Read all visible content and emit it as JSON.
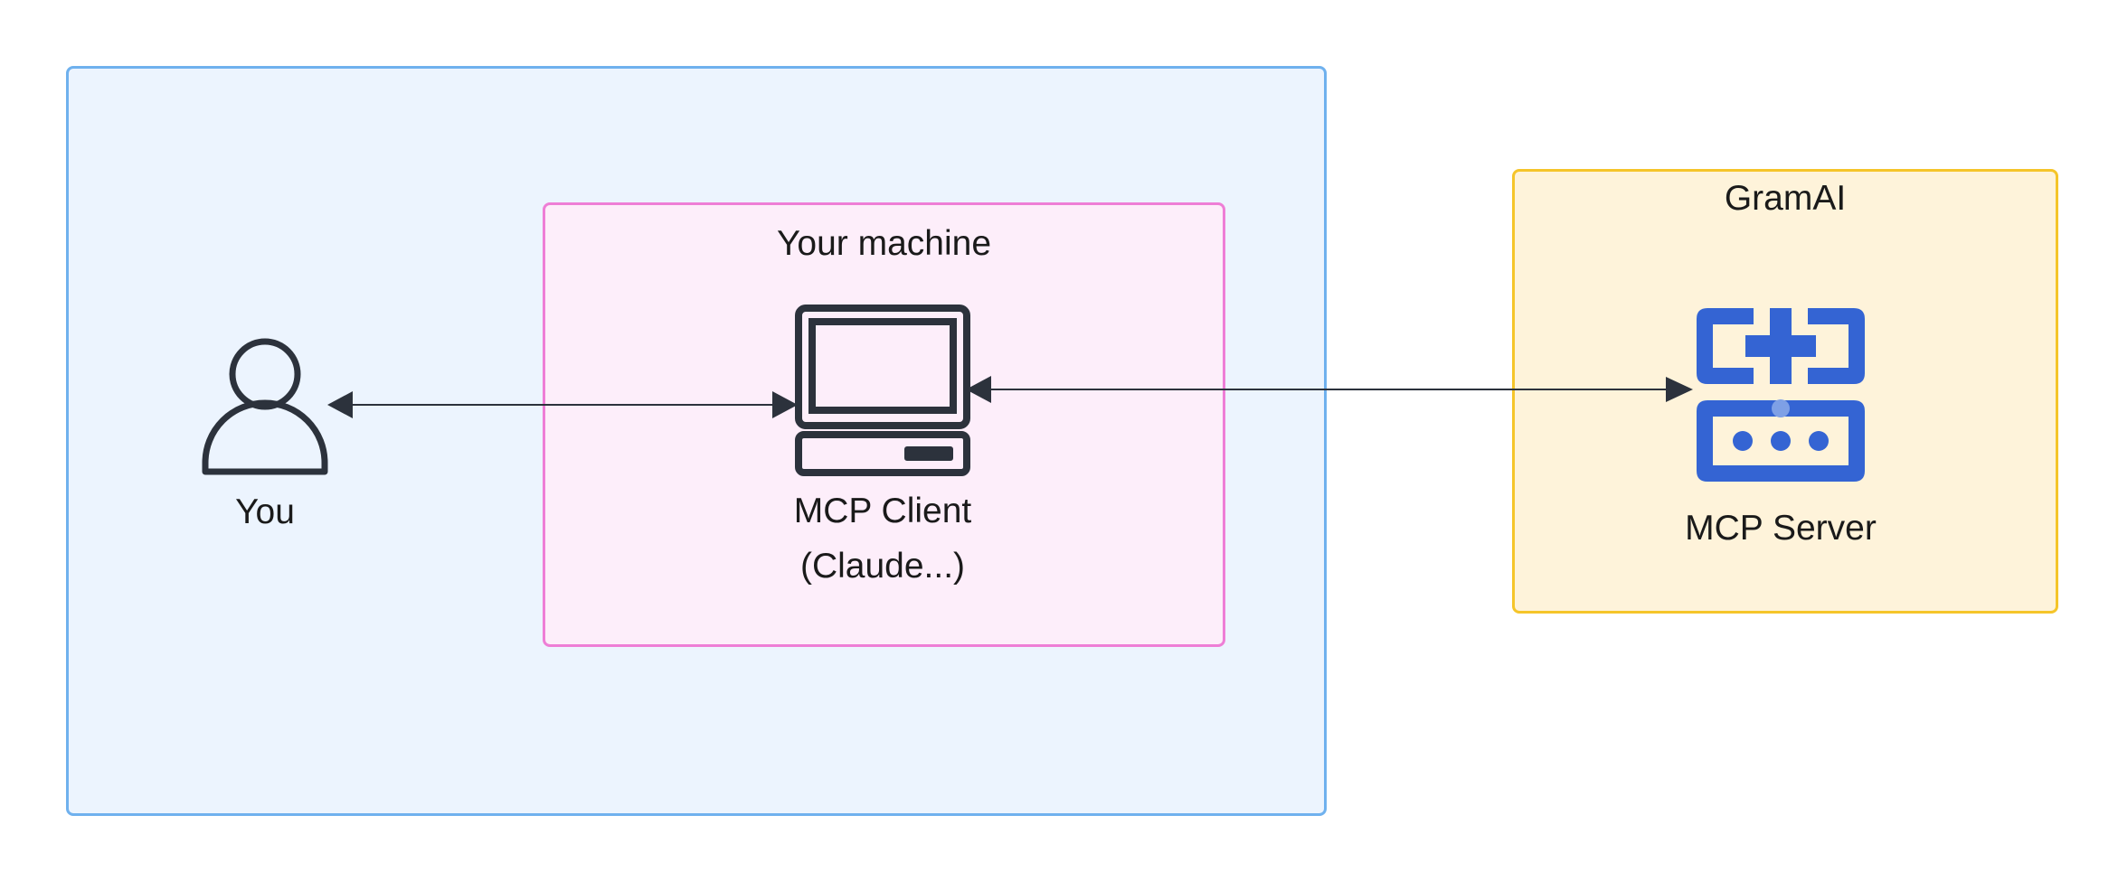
{
  "groups": {
    "machine_label": "Your machine",
    "gram_label": "GramAI"
  },
  "nodes": {
    "you": {
      "label": "You",
      "icon": "user-icon"
    },
    "client": {
      "label_line1": "MCP Client",
      "label_line2": "(Claude...)",
      "icon": "computer-icon"
    },
    "server": {
      "label": "MCP Server",
      "icon": "server-icon"
    }
  },
  "edges": [
    {
      "from": "You",
      "to": "MCP Client",
      "direction": "bidirectional"
    },
    {
      "from": "MCP Client",
      "to": "MCP Server",
      "direction": "bidirectional"
    }
  ],
  "colors": {
    "outer_fill": "#ecf4fe",
    "outer_border": "#6fb1ee",
    "machine_fill": "#fdeefa",
    "machine_border": "#ee7ed6",
    "gram_fill": "#fef3da",
    "gram_border": "#f5c52a",
    "icon_dark": "#2c323c",
    "server_blue": "#3464d3"
  }
}
